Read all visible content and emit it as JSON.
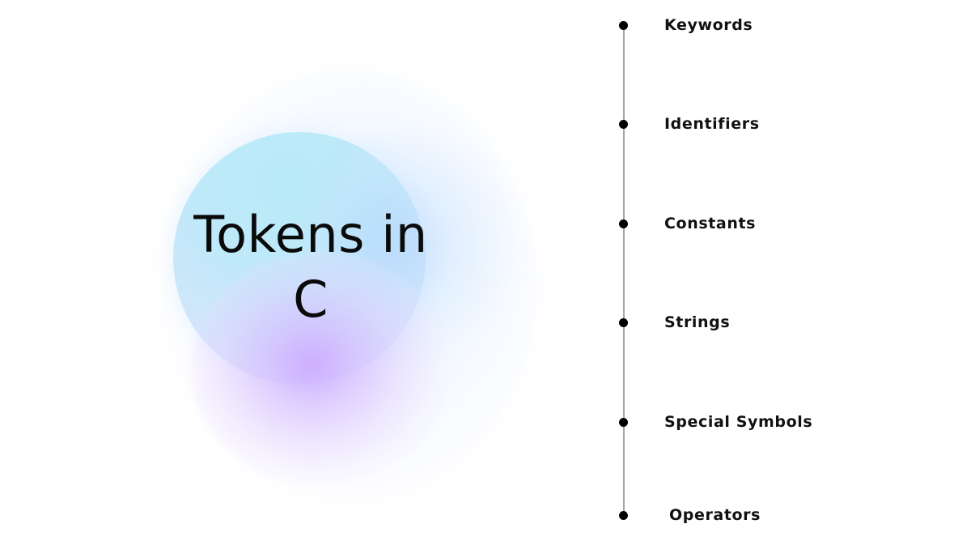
{
  "diagram": {
    "title_line1": "Tokens in",
    "title_line2": "C",
    "timeline": {
      "items": [
        {
          "label": "Keywords"
        },
        {
          "label": "Identifiers"
        },
        {
          "label": "Constants"
        },
        {
          "label": "Strings"
        },
        {
          "label": "Special Symbols"
        },
        {
          "label": "Operators"
        }
      ]
    },
    "colors": {
      "background": "#ffffff",
      "circle_cyan": "#b8eaf8",
      "glow_purple": "#cfb0ff",
      "timeline_line": "#a6a6a6",
      "dot": "#000000",
      "text": "#0a0a0a"
    }
  }
}
